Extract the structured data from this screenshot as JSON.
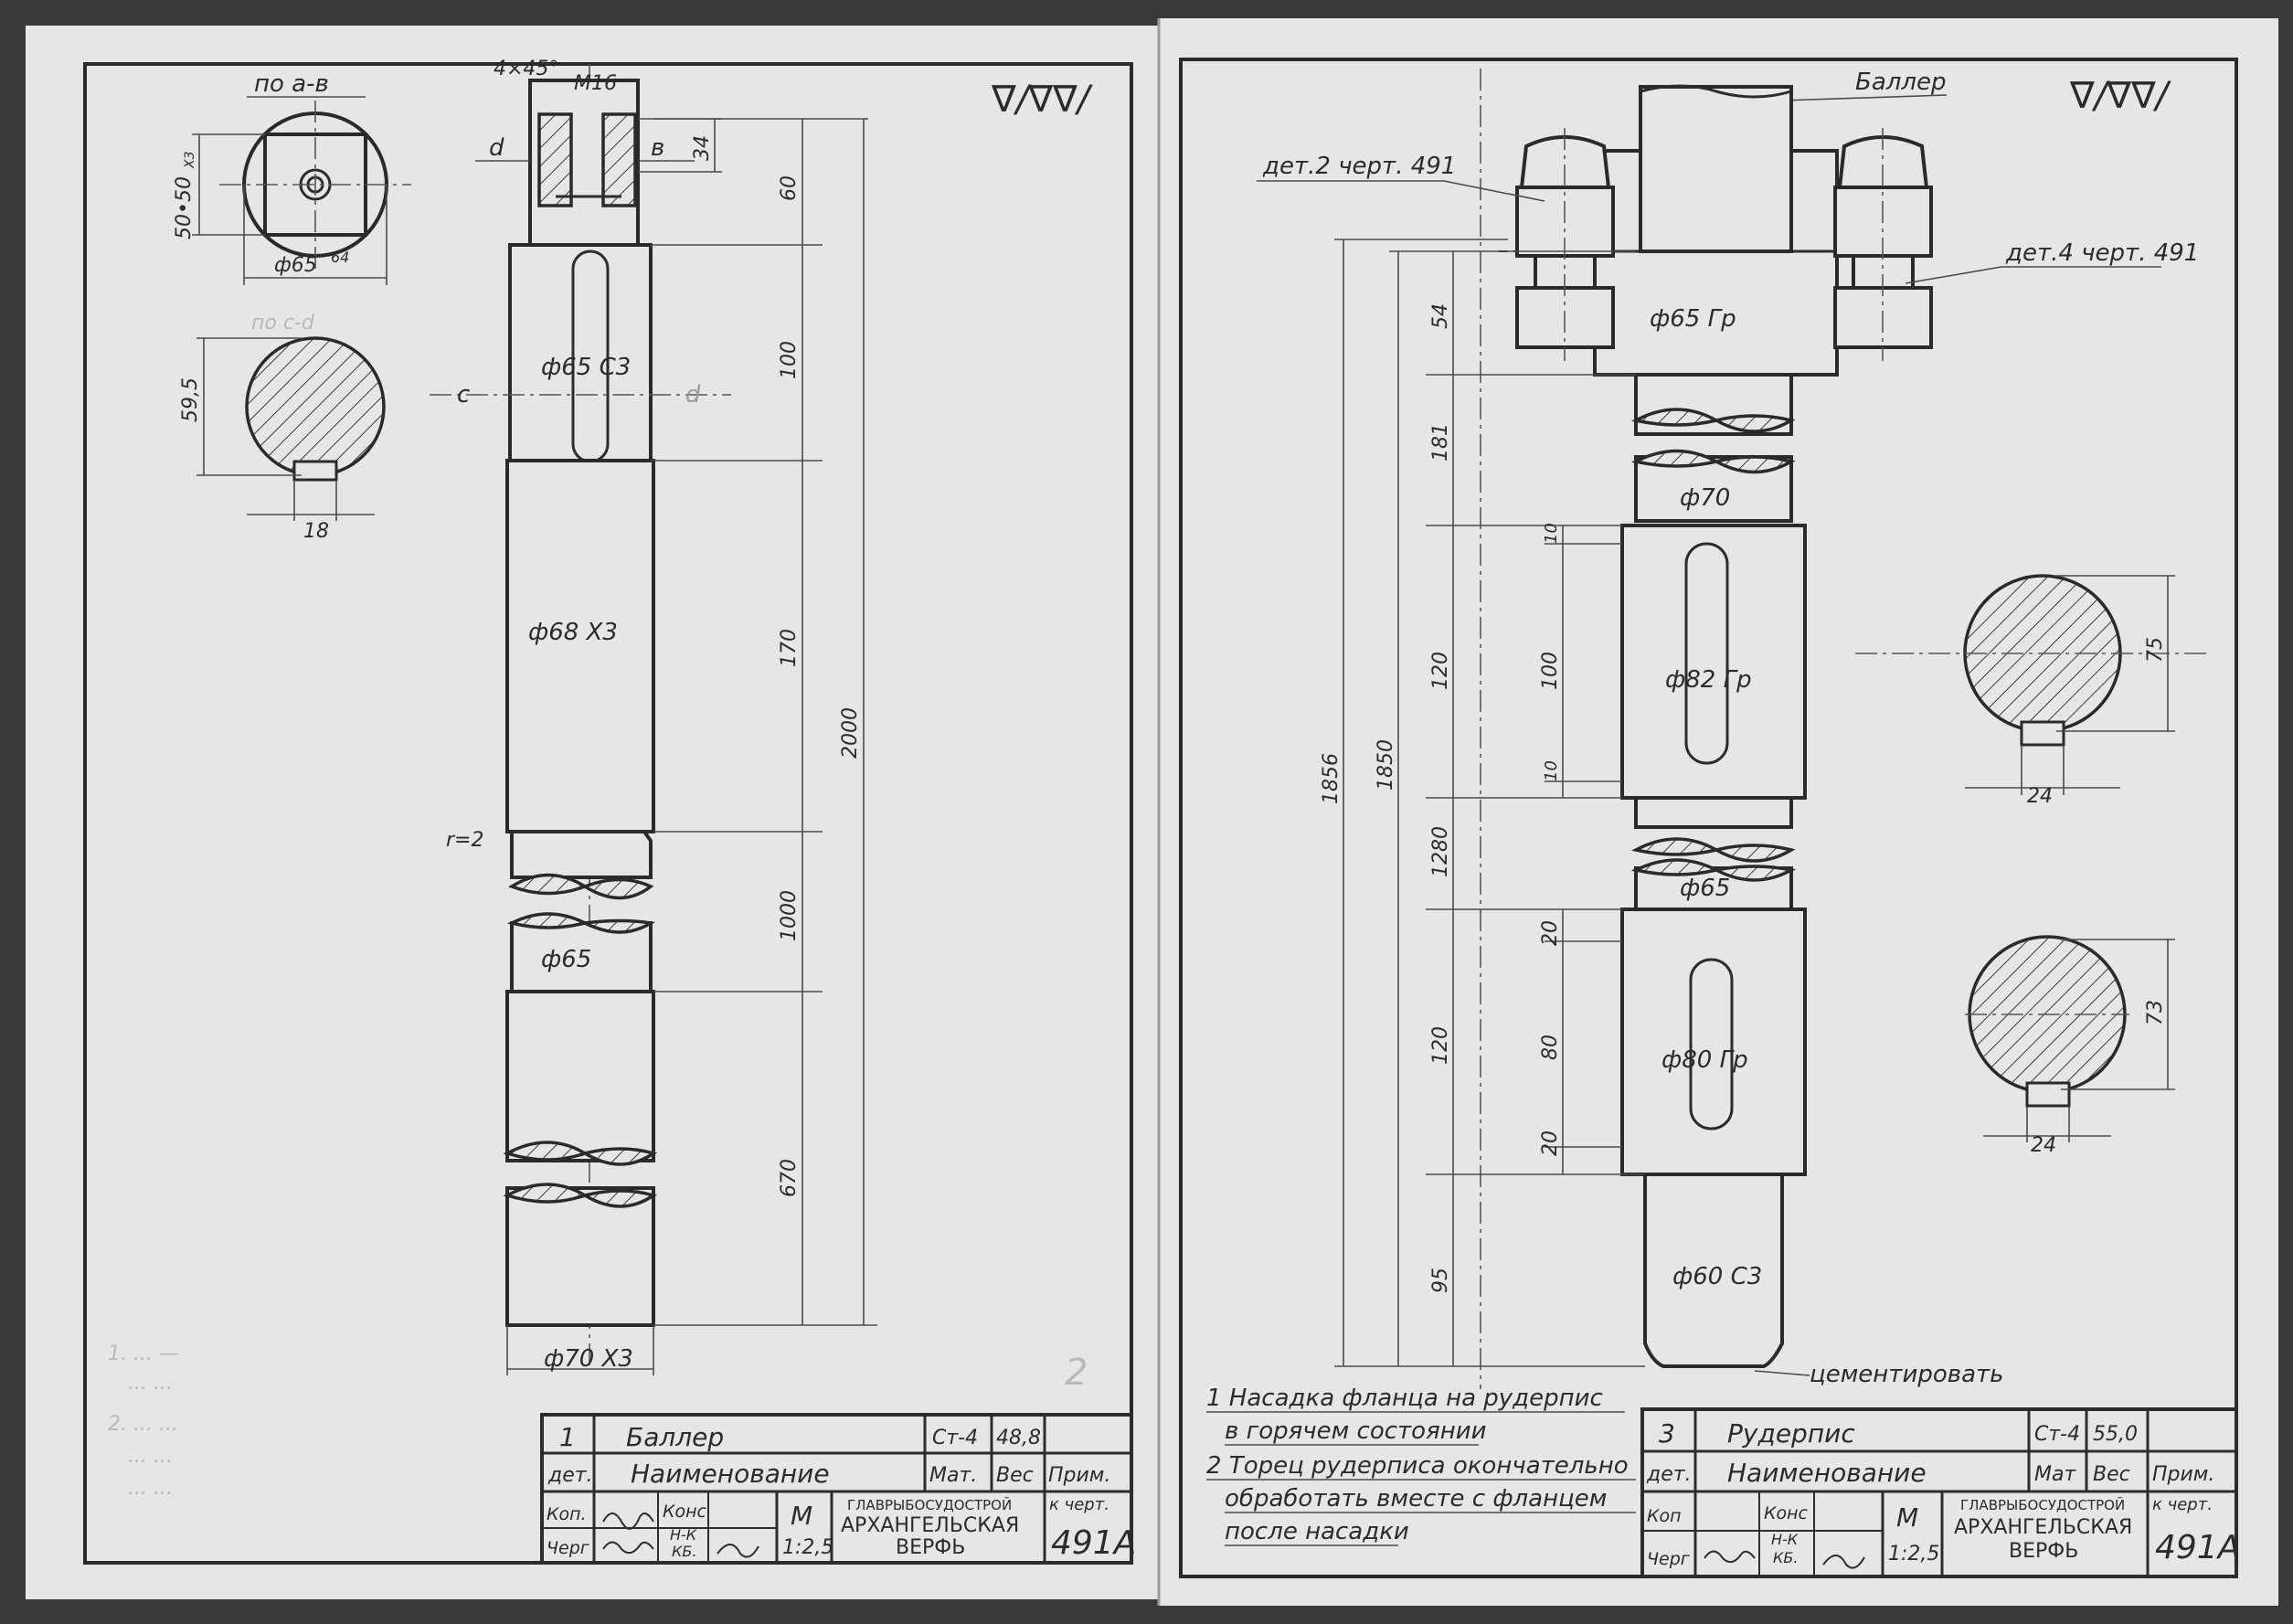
{
  "surface_marks": {
    "left": "∇/∇∇/",
    "right": "∇/∇∇/"
  },
  "left": {
    "section_ab_label": "по а-в",
    "section_ab_side": "50•50",
    "section_ab_side_sub": "Х3",
    "section_ab_diam": "ф65",
    "section_ab_diam_sup": "64",
    "section_cd_label": "по с-d",
    "section_cd_height": "59,5",
    "section_cd_key": "18",
    "chamfer": "4×45°",
    "thread": "М16",
    "mark_d": "d",
    "mark_b": "в",
    "mark_c": "с",
    "mark_d2": "d",
    "dim_34": "34",
    "dim_60": "60",
    "dim_100": "100",
    "dim_170": "170",
    "dim_2000": "2000",
    "dim_1000": "1000",
    "dim_670": "670",
    "d_65c3": "ф65 С3",
    "d_68x3": "ф68 Х3",
    "d_65": "ф65",
    "d_70x3": "ф70 Х3",
    "radius": "r=2",
    "sheet_no": "2",
    "faint_notes": [
      "1. ... —",
      "... ...",
      "2. ... ...",
      "... ...",
      "... ..."
    ]
  },
  "right": {
    "baller_label": "Баллер",
    "part2_label": "дет.2 черт. 491",
    "part4_label": "дет.4 черт. 491",
    "dim_54": "54",
    "dim_181": "181",
    "dim_10a": "10",
    "dim_120a": "120",
    "dim_100": "100",
    "dim_10b": "10",
    "dim_1280": "1280",
    "dim_1850": "1850",
    "dim_1856": "1856",
    "dim_20a": "20",
    "dim_80": "80",
    "dim_120b": "120",
    "dim_20b": "20",
    "dim_95": "95",
    "d_65gr": "ф65 Гр",
    "d_70": "ф70",
    "d_82gr": "ф82 Гр",
    "d_65": "ф65",
    "d_80gr": "ф80 Гр",
    "d_60c3": "ф60 С3",
    "cement": "цементировать",
    "sec1_h": "75",
    "sec1_key": "24",
    "sec2_h": "73",
    "sec2_key": "24",
    "notes": [
      "1 Насадка фланца на рудерпис",
      "в горячем состоянии",
      "2 Торец рудерписа окончательно",
      "обработать вместе с фланцем",
      "после насадки"
    ]
  },
  "tb_left": {
    "num": "1",
    "name": "Баллер",
    "mat": "Ст-4",
    "weight": "48,8",
    "h_det": "дет.",
    "h_name": "Наименование",
    "h_mat": "Мат.",
    "h_wt": "Вес",
    "h_note": "Прим.",
    "kop": "Коп.",
    "cherg": "Черг",
    "kons": "Конс",
    "nk": "Н-К",
    "kb": "КБ.",
    "m": "М",
    "scale": "1:2,5",
    "org1": "ГЛАВРЫБОСУДОСТРОЙ",
    "org2": "АРХАНГЕЛЬСКАЯ",
    "org3": "ВЕРФЬ",
    "k_cherg": "к черт.",
    "dwg": "491А"
  },
  "tb_right": {
    "num": "3",
    "name": "Рудерпис",
    "mat": "Ст-4",
    "weight": "55,0",
    "h_det": "дет.",
    "h_name": "Наименование",
    "h_mat": "Мат",
    "h_wt": "Вес",
    "h_note": "Прим.",
    "kop": "Коп",
    "cherg": "Черг",
    "kons": "Конс",
    "nk": "Н-К",
    "kb": "КБ.",
    "m": "М",
    "scale": "1:2,5",
    "org1": "ГЛАВРЫБОСУДОСТРОЙ",
    "org2": "АРХАНГЕЛЬСКАЯ",
    "org3": "ВЕРФЬ",
    "k_cherg": "к черт.",
    "dwg": "491А"
  }
}
